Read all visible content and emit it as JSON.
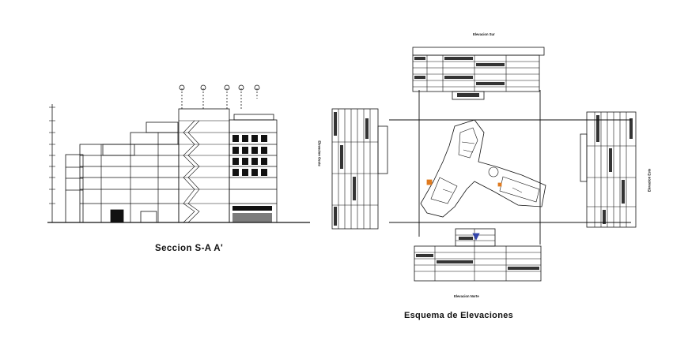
{
  "captions": {
    "section": "Seccion S-A A'",
    "scheme": "Esquema de Elevaciones"
  },
  "elevation_labels": {
    "south": "Elevacion Sur",
    "north": "Elevacion Norte",
    "west": "Elevacion Oeste",
    "east": "Elevacion Este"
  },
  "colors": {
    "line": "#111111",
    "background": "#ffffff",
    "accent": "#e07a1f",
    "highlight": "#3344aa"
  }
}
